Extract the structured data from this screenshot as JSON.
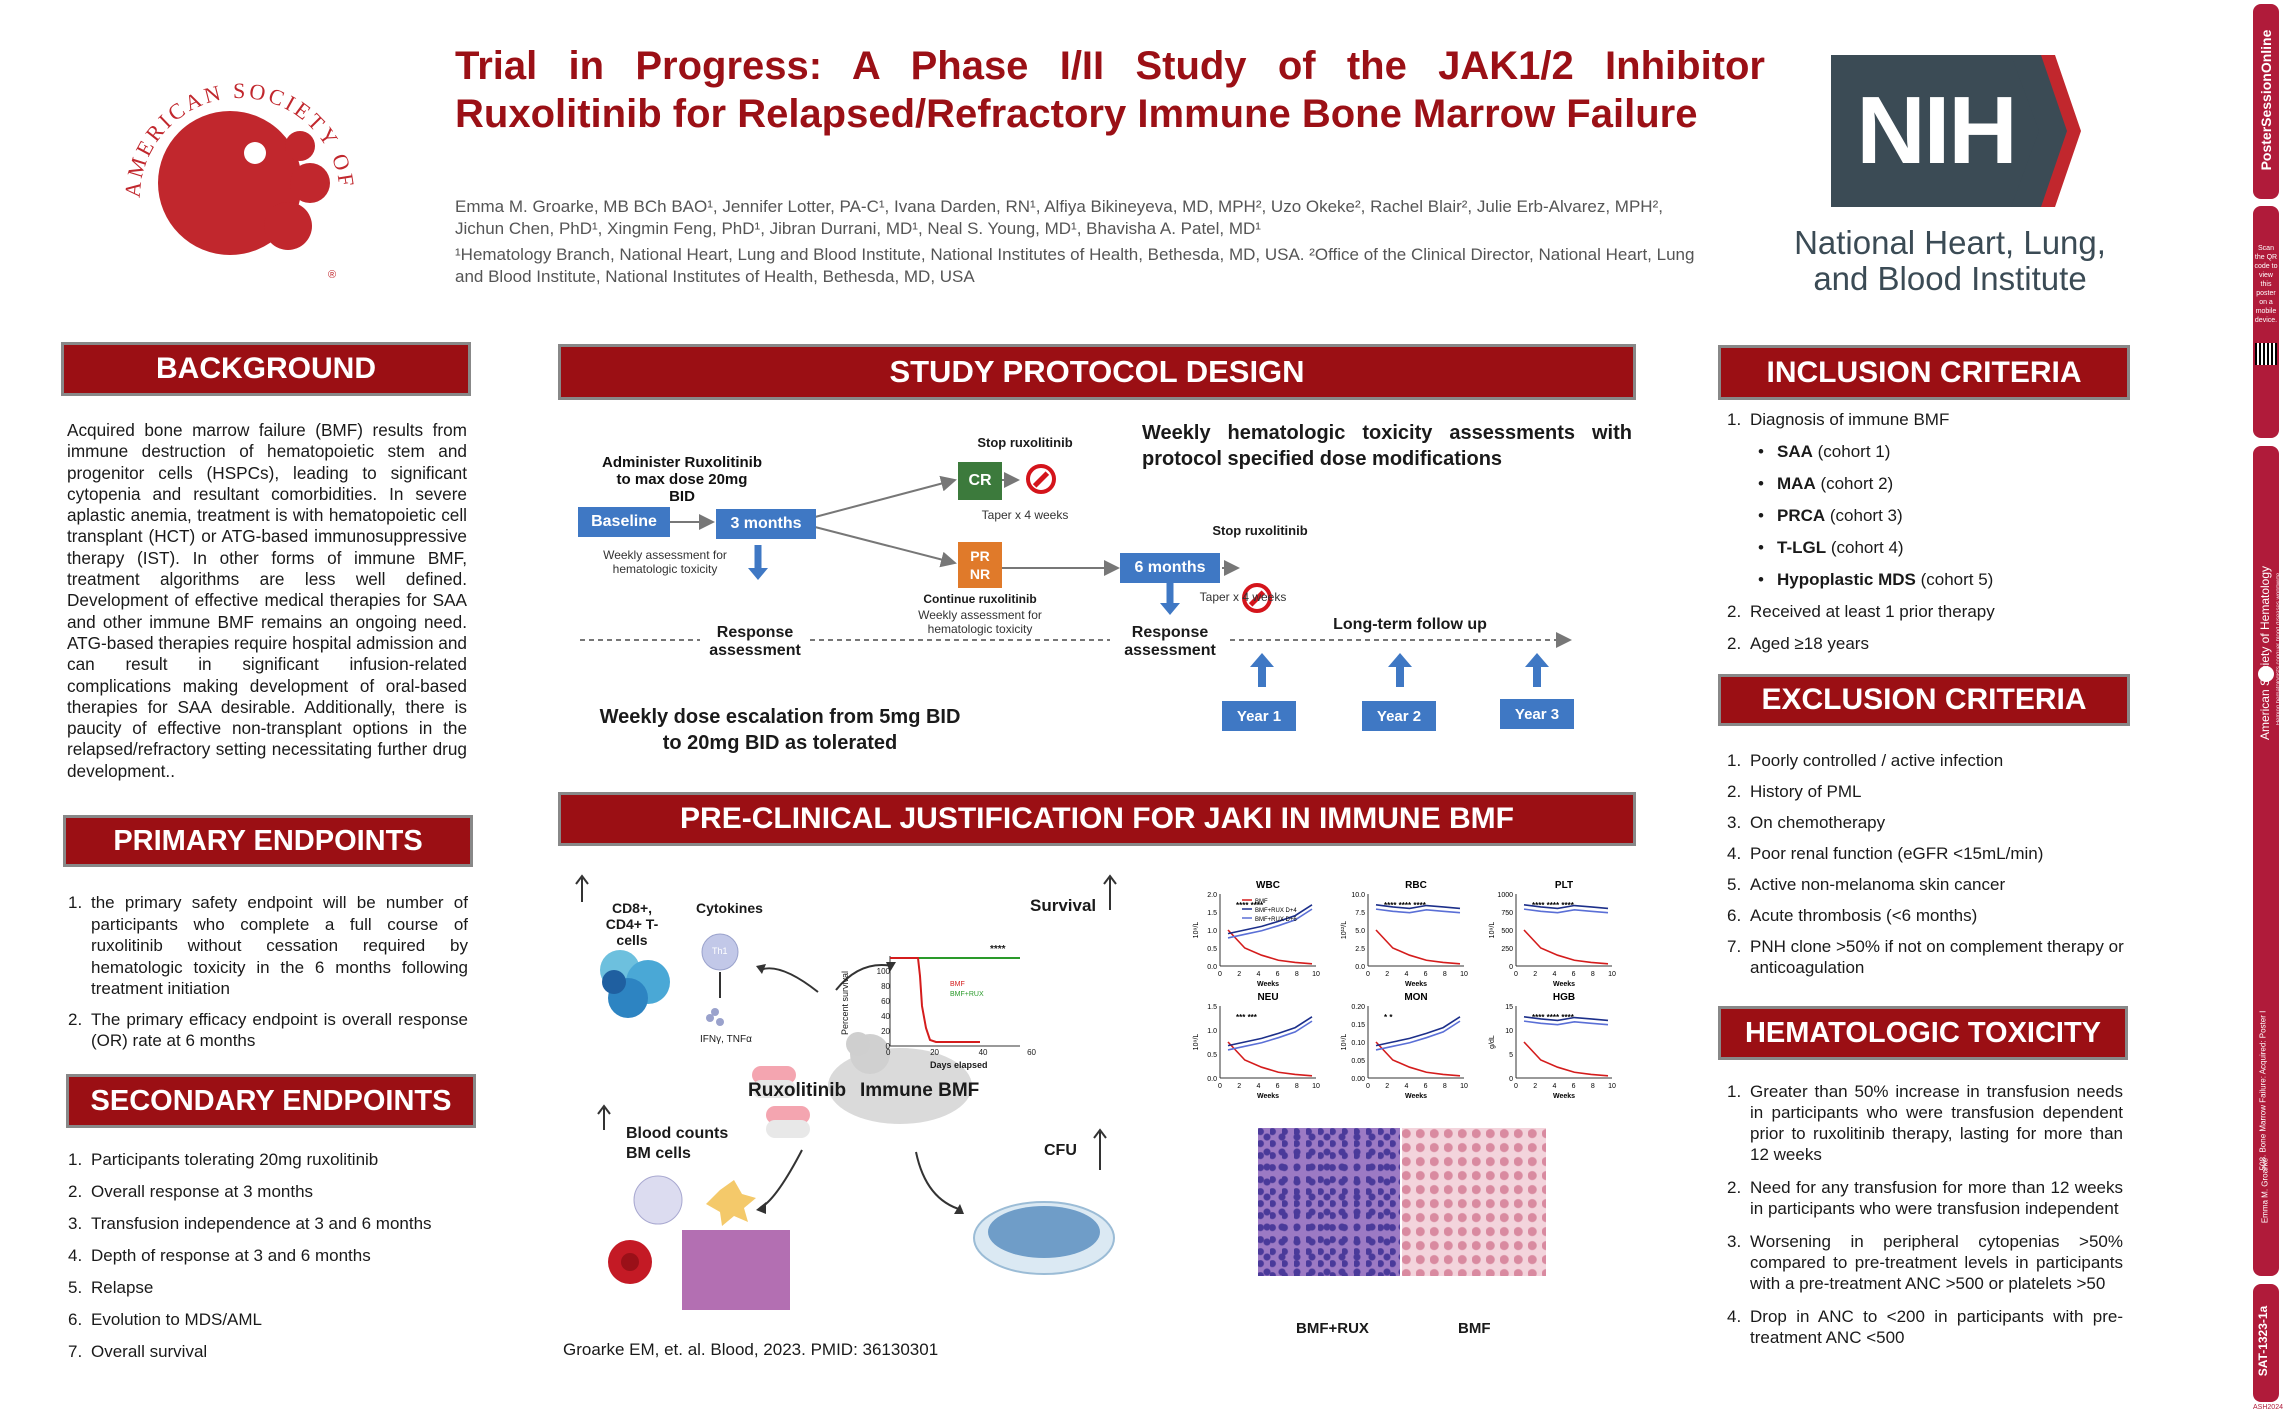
{
  "header": {
    "title": "Trial in Progress: A Phase I/II Study of the JAK1/2 Inhibitor Ruxolitinib for Relapsed/Refractory Immune Bone Marrow Failure",
    "authors": "Emma M. Groarke, MB BCh BAO¹, Jennifer Lotter, PA-C¹, Ivana Darden, RN¹, Alfiya Bikineyeva, MD, MPH², Uzo Okeke², Rachel Blair², Julie Erb-Alvarez, MPH², Jichun Chen, PhD¹, Xingmin Feng, PhD¹, Jibran Durrani, MD¹, Neal S. Young, MD¹, Bhavisha A. Patel, MD¹",
    "affiliations": "¹Hematology Branch, National Heart, Lung and Blood Institute, National Institutes of Health, Bethesda, MD, USA. ²Office of the Clinical Director, National Heart, Lung and Blood Institute, National Institutes of Health, Bethesda, MD, USA",
    "ash_logo_text": "AMERICAN SOCIETY OF HEMATOLOGY",
    "nih_logo": "NIH",
    "nhlbi_text": "National Heart, Lung, and Blood Institute"
  },
  "background": {
    "heading": "BACKGROUND",
    "text": "Acquired bone marrow failure (BMF) results from immune destruction of hematopoietic stem and progenitor cells (HSPCs), leading to significant cytopenia and resultant comorbidities. In severe aplastic anemia, treatment is with hematopoietic cell transplant (HCT) or ATG-based immunosuppressive therapy (IST). In other forms of immune BMF, treatment algorithms are less well defined. Development of effective medical therapies for SAA and other immune BMF remains an ongoing need. ATG-based therapies require hospital admission and can result in significant infusion-related complications making development of oral-based therapies for SAA desirable. Additionally, there is paucity of effective non-transplant options in the relapsed/refractory setting necessitating further drug development.."
  },
  "primary": {
    "heading": "PRIMARY ENDPOINTS",
    "items": [
      "the primary safety endpoint will be number of participants who complete a full course of ruxolitinib without cessation required by hematologic toxicity in the 6 months following treatment initiation",
      "The primary efficacy endpoint is overall response (OR) rate at 6 months"
    ]
  },
  "secondary": {
    "heading": "SECONDARY ENDPOINTS",
    "items": [
      "Participants tolerating 20mg ruxolitinib",
      "Overall response at 3 months",
      "Transfusion independence at 3 and 6 months",
      "Depth of response at 3 and 6 months",
      "Relapse",
      "Evolution to MDS/AML",
      "Overall survival"
    ]
  },
  "study": {
    "heading": "STUDY PROTOCOL DESIGN",
    "administer": "Administer Ruxolitinib to max dose 20mg BID",
    "baseline": "Baseline",
    "three_months": "3 months",
    "weekly_assess": "Weekly assessment for hematologic toxicity",
    "stop_rux_1": "Stop ruxolitinib",
    "cr": "CR",
    "taper_1": "Taper x 4 weeks",
    "pr": "PR",
    "nr": "NR",
    "continue_rux": "Continue ruxolitinib",
    "continue_sub": "Weekly assessment for hematologic toxicity",
    "six_months": "6 months",
    "stop_rux_2": "Stop ruxolitinib",
    "taper_2": "Taper x 4 weeks",
    "response_1": "Response assessment",
    "response_2": "Response assessment",
    "long_term": "Long-term follow up",
    "weekly_heme": "Weekly hematologic toxicity assessments with protocol specified dose modifications",
    "dose_escalation": "Weekly dose escalation from 5mg BID to 20mg BID as tolerated",
    "years": [
      "Year 1",
      "Year 2",
      "Year 3"
    ]
  },
  "preclinical": {
    "heading": "PRE-CLINICAL JUSTIFICATION FOR JAKI IN IMMUNE BMF",
    "tcells": "CD8+, CD4+ T-cells",
    "cytokines": "Cytokines",
    "th1": "Th1",
    "ifn": "IFNγ, TNFα",
    "survival": "Survival",
    "rux": "Ruxolitinib",
    "bmf": "Immune BMF",
    "blood_counts": "Blood counts BM cells",
    "cfu": "CFU",
    "km": {
      "ylabel": "Percent survival",
      "xlabel": "Days elapsed",
      "yticks": [
        "100",
        "80",
        "60",
        "40",
        "20",
        "0"
      ],
      "xticks": [
        "0",
        "20",
        "40",
        "60"
      ],
      "sig": "****",
      "legend": [
        "BMF",
        "BMF+RUX"
      ]
    },
    "panels": [
      {
        "title": "WBC",
        "unit": "10⁹/L",
        "yticks": [
          "2.0",
          "1.5",
          "1.0",
          "0.5",
          "0.0"
        ],
        "sig": "**** ****"
      },
      {
        "title": "RBC",
        "unit": "10¹²/L",
        "yticks": [
          "10.0",
          "7.5",
          "5.0",
          "2.5",
          "0.0"
        ],
        "sig": "**** **** ****"
      },
      {
        "title": "PLT",
        "unit": "10⁹/L",
        "yticks": [
          "1000",
          "750",
          "500",
          "250",
          "0"
        ],
        "sig": "**** **** ****"
      },
      {
        "title": "NEU",
        "unit": "10⁹/L",
        "yticks": [
          "1.5",
          "1.0",
          "0.5",
          "0.0"
        ],
        "sig": "*** ***"
      },
      {
        "title": "MON",
        "unit": "10⁹/L",
        "yticks": [
          "0.20",
          "0.15",
          "0.10",
          "0.05",
          "0.00"
        ],
        "sig": "* *"
      },
      {
        "title": "HGB",
        "unit": "g/dL",
        "yticks": [
          "15",
          "10",
          "5",
          "0"
        ],
        "sig": "**** **** ****"
      }
    ],
    "panel_xlabel": "Weeks",
    "panel_xticks": [
      "0",
      "2",
      "4",
      "6",
      "8",
      "10"
    ],
    "panel_legend": [
      "BMF",
      "BMF+RUX D+4",
      "BMF+RUX D+6"
    ],
    "histo_left": "BMF+RUX",
    "histo_right": "BMF",
    "citation": "Groarke EM, et. al. Blood, 2023. PMID: 36130301"
  },
  "inclusion": {
    "heading": "INCLUSION CRITERIA",
    "item1": "Diagnosis of immune BMF",
    "bullets": [
      {
        "bold": "SAA",
        "rest": " (cohort 1)"
      },
      {
        "bold": "MAA",
        "rest": " (cohort 2)"
      },
      {
        "bold": "PRCA",
        "rest": " (cohort 3)"
      },
      {
        "bold": "T-LGL",
        "rest": " (cohort 4)"
      },
      {
        "bold": "Hypoplastic MDS",
        "rest": " (cohort 5)"
      }
    ],
    "item2": "Received at least 1 prior therapy",
    "item3": "Aged ≥18 years",
    "nums": [
      "1.",
      "2.",
      "2."
    ]
  },
  "exclusion": {
    "heading": "EXCLUSION CRITERIA",
    "items": [
      "Poorly controlled / active infection",
      "History of PML",
      "On chemotherapy",
      "Poor renal function (eGFR <15mL/min)",
      "Active non-melanoma skin cancer",
      "Acute thrombosis (<6 months)",
      "PNH clone >50% if not on complement therapy or anticoagulation"
    ]
  },
  "hematologic": {
    "heading": "HEMATOLOGIC TOXICITY",
    "items": [
      "Greater than 50% increase in transfusion needs in participants who were transfusion dependent prior to ruxolitinib therapy, lasting for more than 12 weeks",
      "Need for any transfusion for more than 12 weeks in participants who were transfusion independent",
      "Worsening in peripheral cytopenias >50% compared to pre-treatment levels in participants with a pre-treatment ANC >500 or platelets >50",
      "Drop in ANC to <200 in participants with pre-treatment ANC <500"
    ]
  },
  "sidebar": {
    "brand": "PosterSessionOnline",
    "scan_text": "Scan the QR code to view this poster on a mobile device.",
    "society": "American Society of Hematology",
    "society_sub": "Helping hematologists conquer blood diseases worldwide",
    "session": "508. Bone Marrow Failure: Acquired: Poster I",
    "presenter": "Emma M. Groarke",
    "poster_id": "SAT-1323-1a",
    "meeting": "ASH2024"
  },
  "colors": {
    "accent": "#9b0f14",
    "box_blue": "#3f78c4",
    "nih_gray": "#3b4b55"
  }
}
